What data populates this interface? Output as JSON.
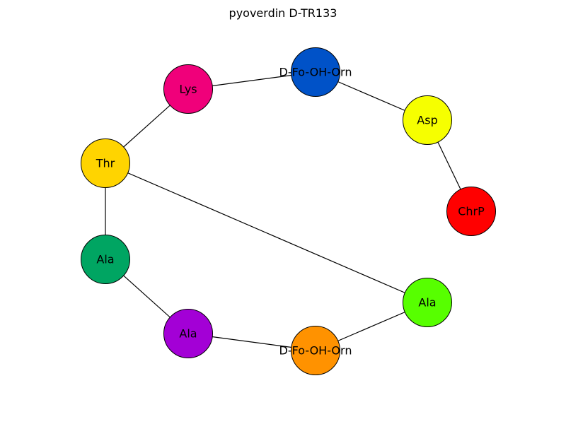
{
  "title": "pyoverdin D-TR133",
  "nodes": [
    {
      "id": "n1",
      "label": "D-Fo-OH-Orn",
      "color": "#0052c8"
    },
    {
      "id": "n2",
      "label": "Lys",
      "color": "#f0007a"
    },
    {
      "id": "n3",
      "label": "Asp",
      "color": "#f6ff00"
    },
    {
      "id": "n4",
      "label": "Thr",
      "color": "#ffd400"
    },
    {
      "id": "n5",
      "label": "ChrP",
      "color": "#ff0000"
    },
    {
      "id": "n6",
      "label": "Ala",
      "color": "#00a562"
    },
    {
      "id": "n7",
      "label": "Ala",
      "color": "#57ff00"
    },
    {
      "id": "n8",
      "label": "Ala",
      "color": "#a300d6"
    },
    {
      "id": "n9",
      "label": "D-Fo-OH-Orn",
      "color": "#ff9200"
    }
  ],
  "edges": [
    [
      "n2",
      "n1"
    ],
    [
      "n1",
      "n3"
    ],
    [
      "n3",
      "n5"
    ],
    [
      "n2",
      "n4"
    ],
    [
      "n4",
      "n6"
    ],
    [
      "n4",
      "n7"
    ],
    [
      "n6",
      "n8"
    ],
    [
      "n8",
      "n9"
    ],
    [
      "n9",
      "n7"
    ]
  ]
}
